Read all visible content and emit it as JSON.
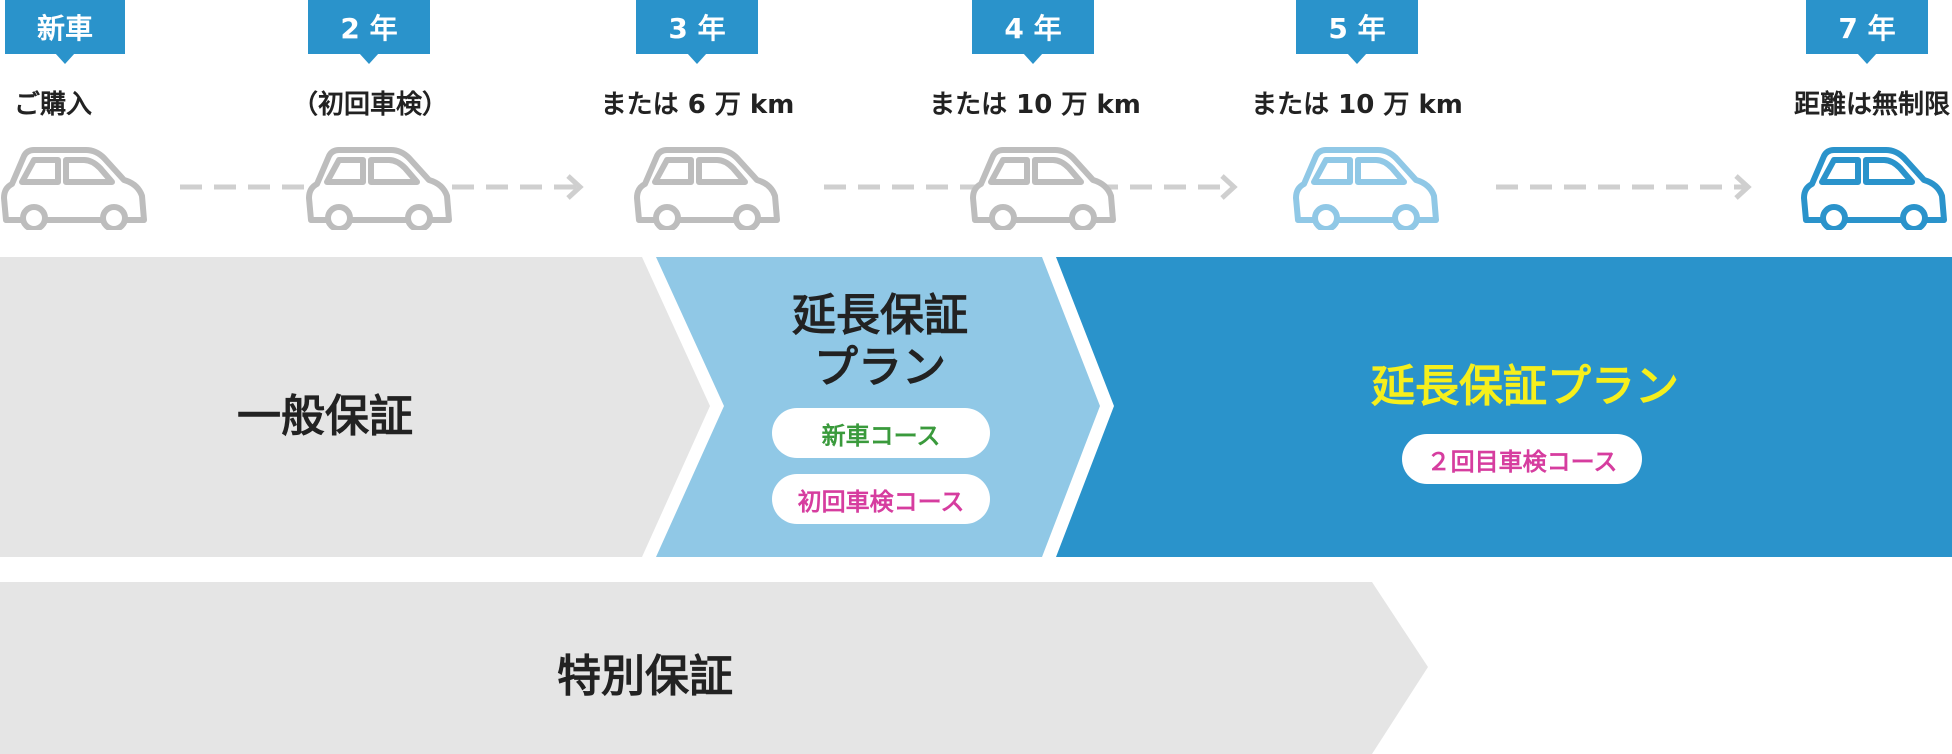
{
  "colors": {
    "blue": "#2a93cb",
    "light_blue": "#90c8e6",
    "gray_band": "#e5e5e5",
    "car_gray": "#bdbdbd",
    "yellow": "#f6ef1c",
    "green": "#3a9a3c",
    "magenta": "#d63d9f"
  },
  "timeline": {
    "tags": [
      "新車",
      "2 年",
      "3 年",
      "4 年",
      "5 年",
      "7 年"
    ],
    "subtitles": [
      "ご購入",
      "（初回車検）",
      "または 6 万 km",
      "または 10 万 km",
      "または 10 万 km",
      "距離は無制限"
    ]
  },
  "bands": {
    "general": {
      "label": "一般保証"
    },
    "extended_new": {
      "label_line1": "延長保証",
      "label_line2": "プラン",
      "pill_new": "新車コース",
      "pill_first": "初回車検コース"
    },
    "extended_second": {
      "label": "延長保証プラン",
      "pill": "２回目車検コース"
    },
    "special": {
      "label": "特別保証"
    }
  }
}
